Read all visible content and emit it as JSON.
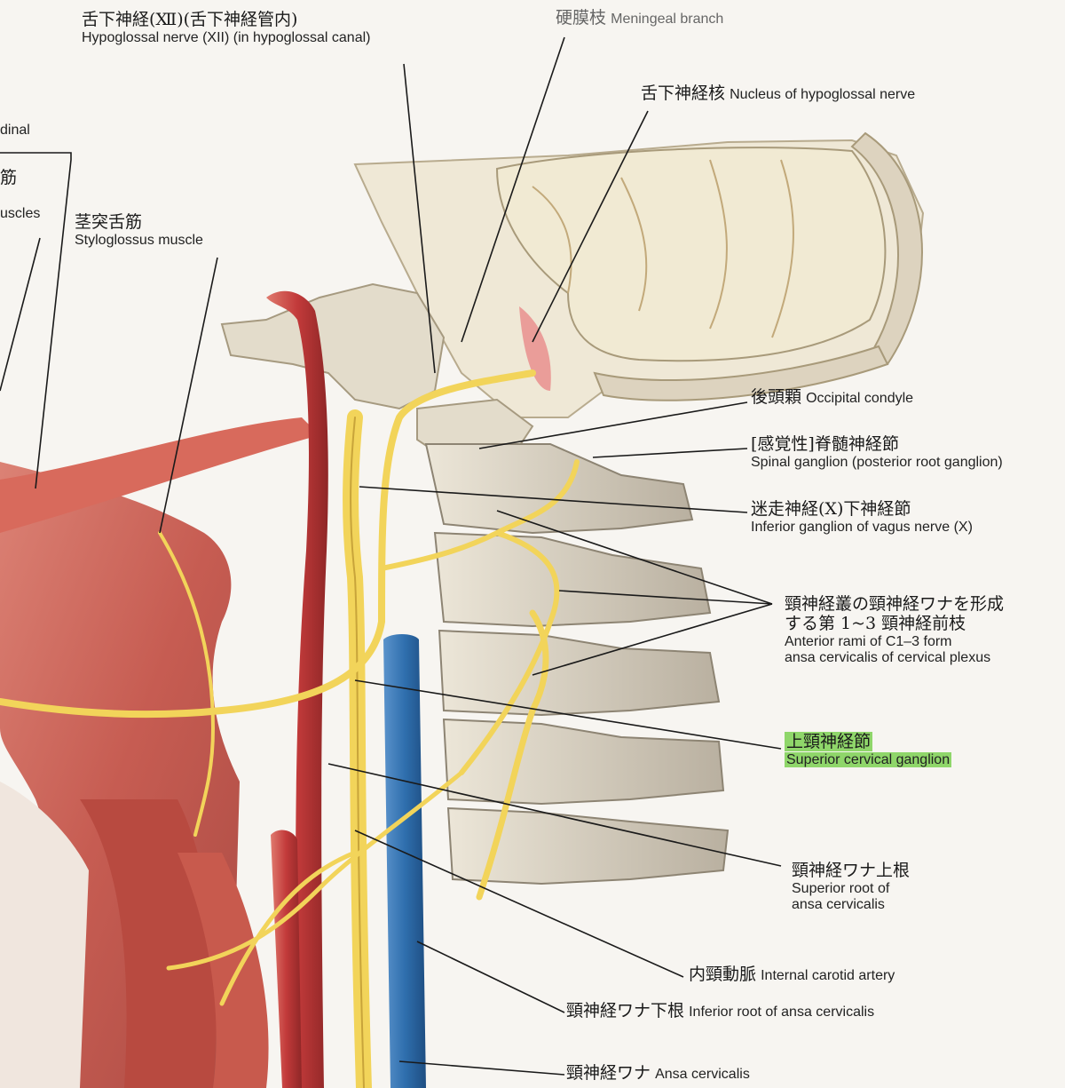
{
  "colors": {
    "paper": "#f7f5f1",
    "muscle": "#c9574b",
    "bone": "#d9d2c3",
    "nerve": "#f2d45a",
    "artery": "#c23a3a",
    "vein": "#2f6fae",
    "leader_line": "#1a1a1a",
    "highlight": "#8fd66a"
  },
  "labels": {
    "hypoglossal": {
      "jp": "舌下神経(Ⅻ)(舌下神経管内)",
      "en": "Hypoglossal nerve (XII) (in hypoglossal canal)"
    },
    "meningeal": {
      "jp": "硬膜枝",
      "en": "Meningeal branch"
    },
    "nucleus": {
      "jp": "舌下神経核",
      "en": "Nucleus of hypoglossal nerve"
    },
    "longitudinal_fragment": {
      "en": "dinal"
    },
    "muscle_fragment": {
      "jp": "筋",
      "en": "uscles"
    },
    "styloglossus": {
      "jp": "茎突舌筋",
      "en": "Styloglossus muscle"
    },
    "occipital_condyle": {
      "jp": "後頭顆",
      "en": "Occipital condyle"
    },
    "spinal_ganglion": {
      "jp": "[感覚性]脊髄神経節",
      "en": "Spinal ganglion (posterior root ganglion)"
    },
    "inferior_vagus": {
      "jp": "迷走神経(X)下神経節",
      "en": "Inferior ganglion of vagus nerve (X)"
    },
    "anterior_rami": {
      "jp1": "頸神経叢の頸神経ワナを形成",
      "jp2": "する第 1~3 頸神経前枝",
      "en1": "Anterior rami of C1–3 form",
      "en2": "ansa cervicalis of cervical plexus"
    },
    "superior_cervical_ganglion": {
      "jp": "上頸神経節",
      "en": "Superior cervical ganglion"
    },
    "superior_root": {
      "jp": "頸神経ワナ上根",
      "en1": "Superior root of",
      "en2": "ansa cervicalis"
    },
    "internal_carotid": {
      "jp": "内頸動脈",
      "en": "Internal carotid artery"
    },
    "inferior_root": {
      "jp": "頸神経ワナ下根",
      "en": "Inferior root of ansa cervicalis"
    },
    "ansa_cervicalis": {
      "jp": "頸神経ワナ",
      "en": "Ansa cervicalis"
    }
  }
}
